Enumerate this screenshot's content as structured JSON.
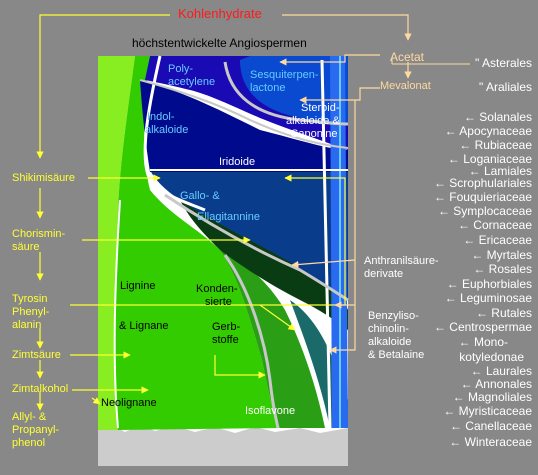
{
  "colors": {
    "background": "#888888",
    "yellow_arrows": "#ffff33",
    "orange_arrows": "#ffd9a0",
    "red_title": "#ff1a1a",
    "white_labels": "#ffffff",
    "dark_blue": "#1a0ab4",
    "navy": "#000a8c",
    "teal_blue": "#0a3c8c",
    "dark_green": "#0a3c14",
    "bright_green": "#33cc00",
    "light_green": "#88ee22"
  },
  "diagram": {
    "top_label": "Kohlenhydrate",
    "header": "höchstentwickelte Angiospermen",
    "left_labels": {
      "shikimi": "Shikimisäure",
      "chorismin_1": "Chorismin-",
      "chorismin_2": "säure",
      "tyrosin_1": "Tyrosin",
      "tyrosin_2": "Phenyl-",
      "tyrosin_3": "alanin",
      "zimtsaeure": "Zimtsäure",
      "zimtalkohol": "Zimtalkohol",
      "allyl_1": "Allyl- &",
      "allyl_2": "Propanyl-",
      "allyl_3": "phenol"
    },
    "right_labels": {
      "acetat": "Acetat",
      "mevalonat": "Mevalonat",
      "anthranil_1": "Anthranilsäure-",
      "anthranil_2": "derivate",
      "benzyl_1": "Benzyliso-",
      "benzyl_2": "chinolin-",
      "benzyl_3": "alkaloide",
      "benzyl_4": "& Betalaine"
    },
    "region_labels": {
      "poly_1": "Poly-",
      "poly_2": "acetylene",
      "sesqui_1": "Sesquiterpen-",
      "sesqui_2": "lactone",
      "indol_1": "Indol-",
      "indol_2": "alkaloide",
      "steroid_1": "Steroid-",
      "steroid_2": "alkaloide &",
      "steroid_3": "Saponine",
      "iridoide": "Iridoide",
      "gallo_1": "Gallo- &",
      "gallo_2": "Ellagitannine",
      "lignine": "Lignine",
      "lignane": "& Lignane",
      "konden_1": "Konden-",
      "konden_2": "sierte",
      "gerb_1": "Gerb-",
      "gerb_2": "stoffe",
      "neolignane": "Neolignane",
      "isoflavone": "Isoflavone"
    },
    "orders": [
      "\" Asterales",
      "\" Araliales",
      "← Solanales",
      "← Apocynaceae",
      "← Rubiaceae",
      "← Loganiaceae",
      "← Lamiales",
      "← Scrophulariales",
      "← Fouquieriaceae",
      "← Symplocaceae",
      "← Cornaceae",
      "← Ericaceae",
      "← Myrtales",
      "← Rosales",
      "← Euphorbiales",
      "← Leguminosae",
      "← Rutales",
      "← Centrospermae",
      "← Mono-",
      "kotyledonae",
      "← Laurales",
      "← Annonales",
      "← Magnoliales",
      "← Myristicaceae",
      "← Canellaceae",
      "← Winteraceae"
    ]
  }
}
